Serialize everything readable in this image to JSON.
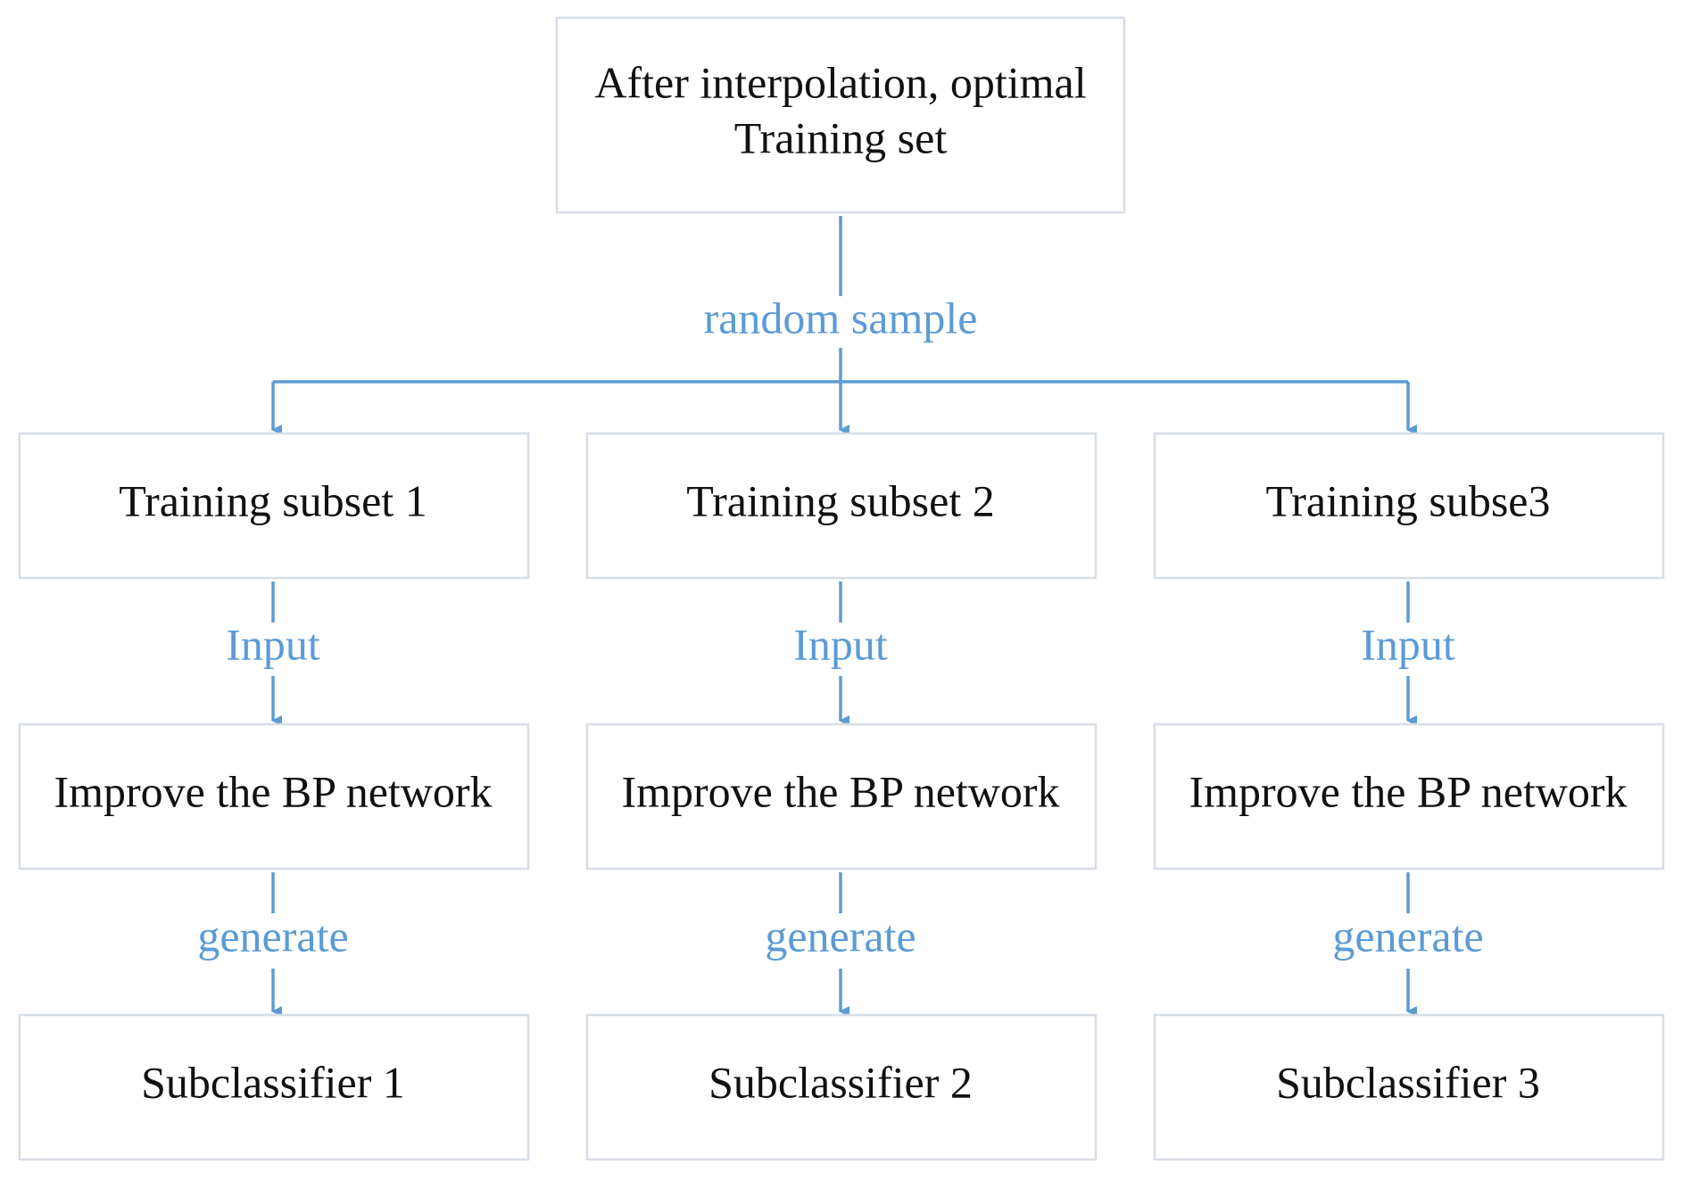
{
  "nodes": {
    "root": {
      "lines": [
        "After interpolation, optimal",
        "Training set"
      ]
    },
    "subset_1": {
      "lines": [
        "Training subset 1"
      ]
    },
    "subset_2": {
      "lines": [
        "Training subset 2"
      ]
    },
    "subset_3": {
      "lines": [
        "Training subse3"
      ]
    },
    "bp_1": {
      "lines": [
        "Improve the BP network"
      ]
    },
    "bp_2": {
      "lines": [
        "Improve the BP network"
      ]
    },
    "bp_3": {
      "lines": [
        "Improve the BP network"
      ]
    },
    "sub_1": {
      "lines": [
        "Subclassifier 1"
      ]
    },
    "sub_2": {
      "lines": [
        "Subclassifier 2"
      ]
    },
    "sub_3": {
      "lines": [
        "Subclassifier 3"
      ]
    }
  },
  "edges": [
    {
      "from": "root",
      "to": [
        "subset_1",
        "subset_2",
        "subset_3"
      ],
      "label": "random sample"
    },
    {
      "from": "subset_1",
      "to": [
        "bp_1"
      ],
      "label": "Input"
    },
    {
      "from": "subset_2",
      "to": [
        "bp_2"
      ],
      "label": "Input"
    },
    {
      "from": "subset_3",
      "to": [
        "bp_3"
      ],
      "label": "Input"
    },
    {
      "from": "bp_1",
      "to": [
        "sub_1"
      ],
      "label": "generate"
    },
    {
      "from": "bp_2",
      "to": [
        "sub_2"
      ],
      "label": "generate"
    },
    {
      "from": "bp_3",
      "to": [
        "sub_3"
      ],
      "label": "generate"
    }
  ],
  "colors": {
    "connector": "#5b9bd5",
    "box_border": "#d7dde6",
    "text": "#111111"
  }
}
